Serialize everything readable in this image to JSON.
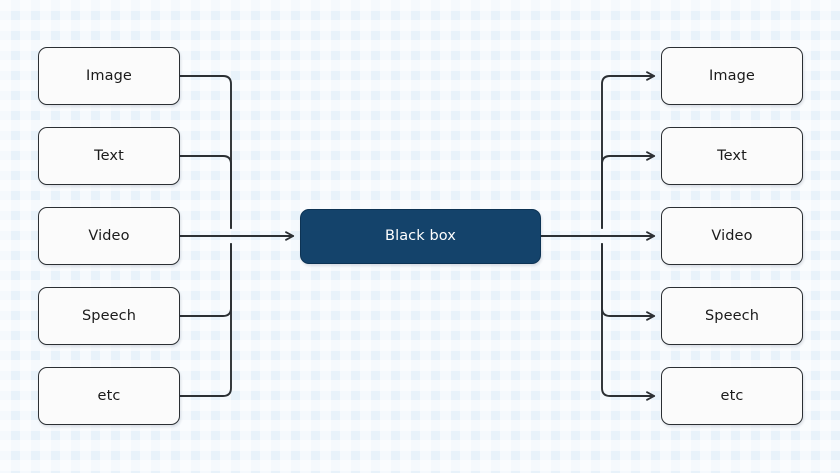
{
  "diagram": {
    "title": "Black box multimodal input/output diagram",
    "background_color": "#e8f2fa",
    "stroke_color": "#2b2f33",
    "accent_color": "#14436b",
    "inputs": [
      {
        "label": "Image",
        "name": "input-image"
      },
      {
        "label": "Text",
        "name": "input-text"
      },
      {
        "label": "Video",
        "name": "input-video"
      },
      {
        "label": "Speech",
        "name": "input-speech"
      },
      {
        "label": "etc",
        "name": "input-etc"
      }
    ],
    "processor": {
      "label": "Black box",
      "name": "black-box-node"
    },
    "outputs": [
      {
        "label": "Image",
        "name": "output-image"
      },
      {
        "label": "Text",
        "name": "output-text"
      },
      {
        "label": "Video",
        "name": "output-video"
      },
      {
        "label": "Speech",
        "name": "output-speech"
      },
      {
        "label": "etc",
        "name": "output-etc"
      }
    ],
    "connectors": {
      "input_arrow": "arrow-input-to-blackbox",
      "output_arrows": [
        "arrow-blackbox-to-image",
        "arrow-blackbox-to-text",
        "arrow-blackbox-to-video",
        "arrow-blackbox-to-speech",
        "arrow-blackbox-to-etc"
      ]
    }
  }
}
